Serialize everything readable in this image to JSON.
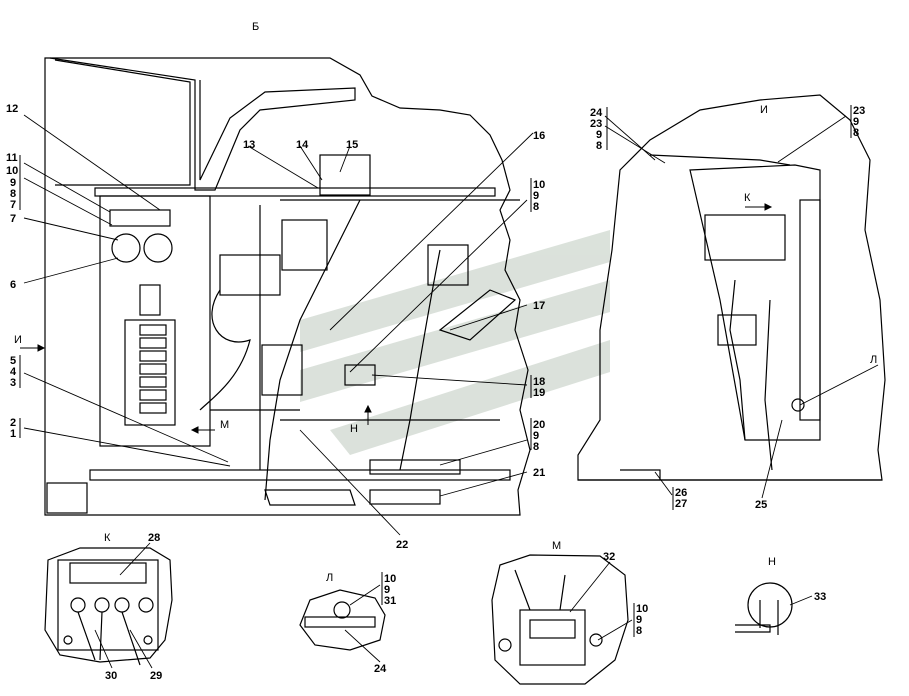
{
  "view_labels": {
    "b": "Б",
    "i": "И",
    "k": "К",
    "l": "Л",
    "m": "М",
    "n": "Н",
    "i_arrow": "И",
    "m_arrow": "М",
    "n_arrow": "Н",
    "k_arrow": "К",
    "l_arrow": "Л"
  },
  "callouts": {
    "c1": "1",
    "c2": "2",
    "c3": "3",
    "c4": "4",
    "c5": "5",
    "c6": "6",
    "c7a": "7",
    "c7b": "7",
    "c8a": "8",
    "c9a": "9",
    "c10a": "10",
    "c11": "11",
    "c12": "12",
    "c13": "13",
    "c14": "14",
    "c15": "15",
    "c16": "16",
    "c17": "17",
    "c10b": "10",
    "c9b": "9",
    "c8b": "8",
    "c18": "18",
    "c19": "19",
    "c20": "20",
    "c9c": "9",
    "c8c": "8",
    "c21": "21",
    "c22": "22",
    "c24": "24",
    "c23a": "23",
    "c9d": "9",
    "c8d": "8",
    "c23b": "23",
    "c9e": "9",
    "c8e": "8",
    "c25": "25",
    "c26": "26",
    "c27": "27",
    "c28": "28",
    "c29": "29",
    "c30": "30",
    "c10f": "10",
    "c9f": "9",
    "c31": "31",
    "c24b": "24",
    "c32": "32",
    "c10g": "10",
    "c9g": "9",
    "c8g": "8",
    "c33": "33"
  }
}
